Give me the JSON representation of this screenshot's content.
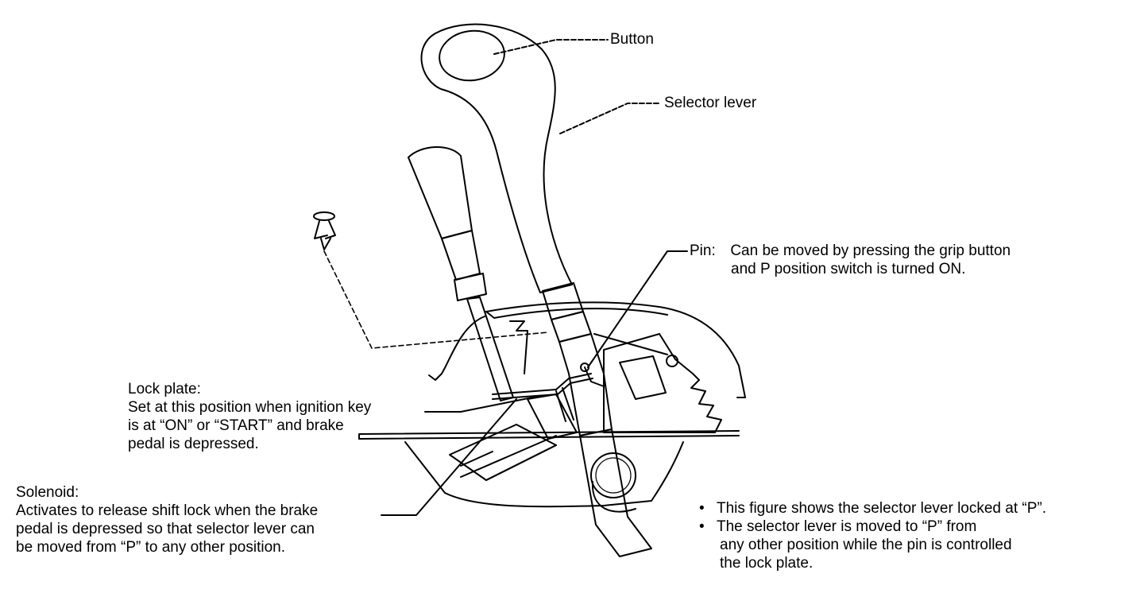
{
  "labels": {
    "button": "Button",
    "selector_lever": "Selector lever",
    "pin": {
      "title": "Pin:",
      "line1": "Can be moved by pressing the grip button",
      "line2": "and P position switch is turned ON."
    },
    "lock_plate": {
      "title": "Lock plate:",
      "line1": "Set at this position when ignition key",
      "line2": "is at “ON” or “START” and brake",
      "line3": "pedal is depressed."
    },
    "solenoid": {
      "title": "Solenoid:",
      "line1": "Activates to release shift lock when the brake",
      "line2": "pedal is depressed so that selector lever can",
      "line3": "be moved from “P” to any other position."
    }
  },
  "notes": [
    {
      "text": "This figure shows the selector lever locked at “P”."
    },
    {
      "text": "The selector lever is moved to “P” from",
      "cont1": "any other position while the pin is controlled",
      "cont2": "the lock plate."
    }
  ]
}
